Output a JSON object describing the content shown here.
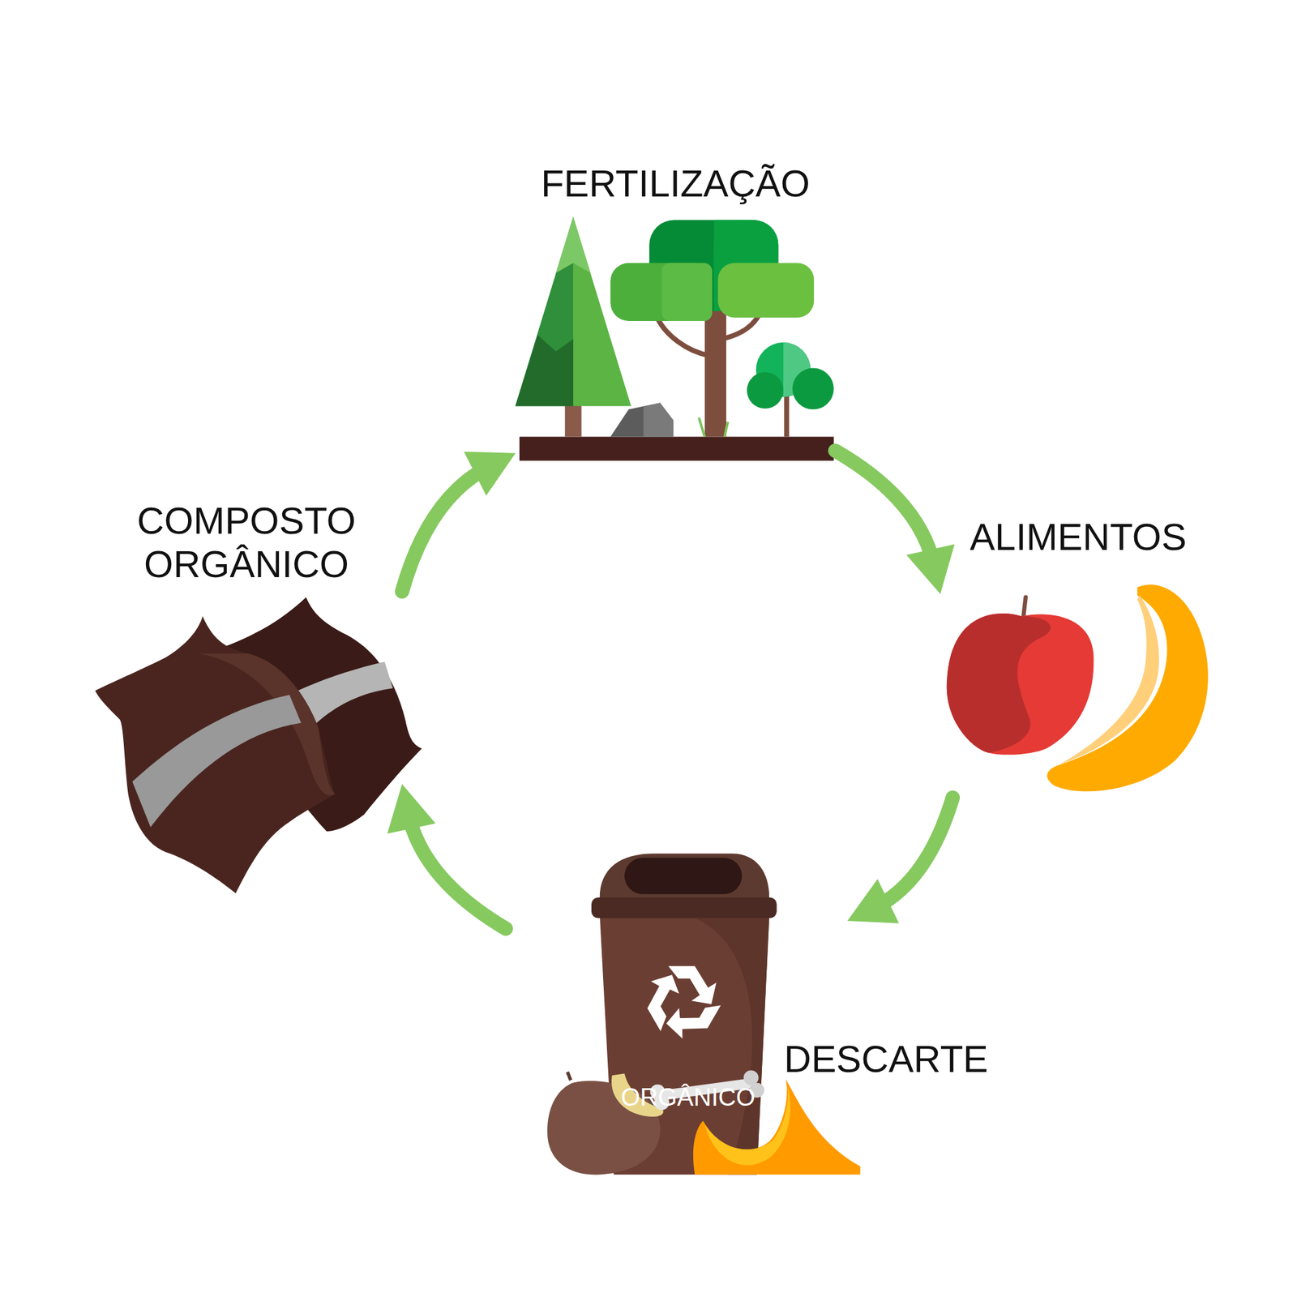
{
  "diagram": {
    "nodes": [
      {
        "text": [
          "FERTILIZAÇÃO"
        ]
      },
      {
        "text": [
          "ALIMENTOS"
        ]
      },
      {
        "text": [
          "DESCARTE"
        ]
      },
      {
        "text": [
          "COMPOSTO ORGÂNICO"
        ]
      }
    ],
    "edges": [
      {
        "from": 0,
        "to": 1,
        "arrow": "to"
      },
      {
        "from": 1,
        "to": 2,
        "arrow": "to"
      },
      {
        "from": 2,
        "to": 3,
        "arrow": "to"
      },
      {
        "from": 3,
        "to": 0,
        "arrow": "to"
      }
    ],
    "labels": [
      "ORGÂNICO"
    ]
  }
}
